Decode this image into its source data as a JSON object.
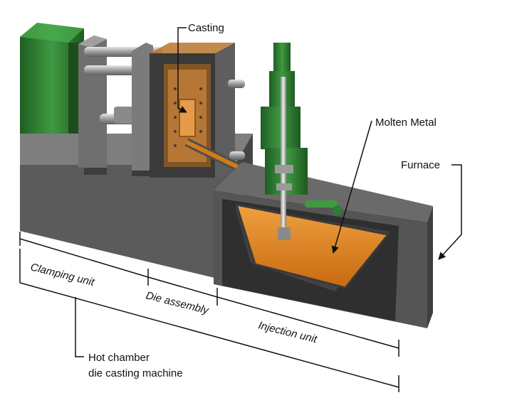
{
  "labels": {
    "casting": "Casting",
    "molten_metal": "Molten Metal",
    "furnace": "Furnace",
    "clamping_unit": "Clamping unit",
    "die_assembly": "Die assembly",
    "injection_unit": "Injection unit",
    "machine_line1": "Hot chamber",
    "machine_line2": "die casting machine"
  },
  "colors": {
    "machine_green": "#2e7d32",
    "base_gray": "#5a5a5a",
    "molten_orange": "#e8891c",
    "background": "#ffffff"
  }
}
